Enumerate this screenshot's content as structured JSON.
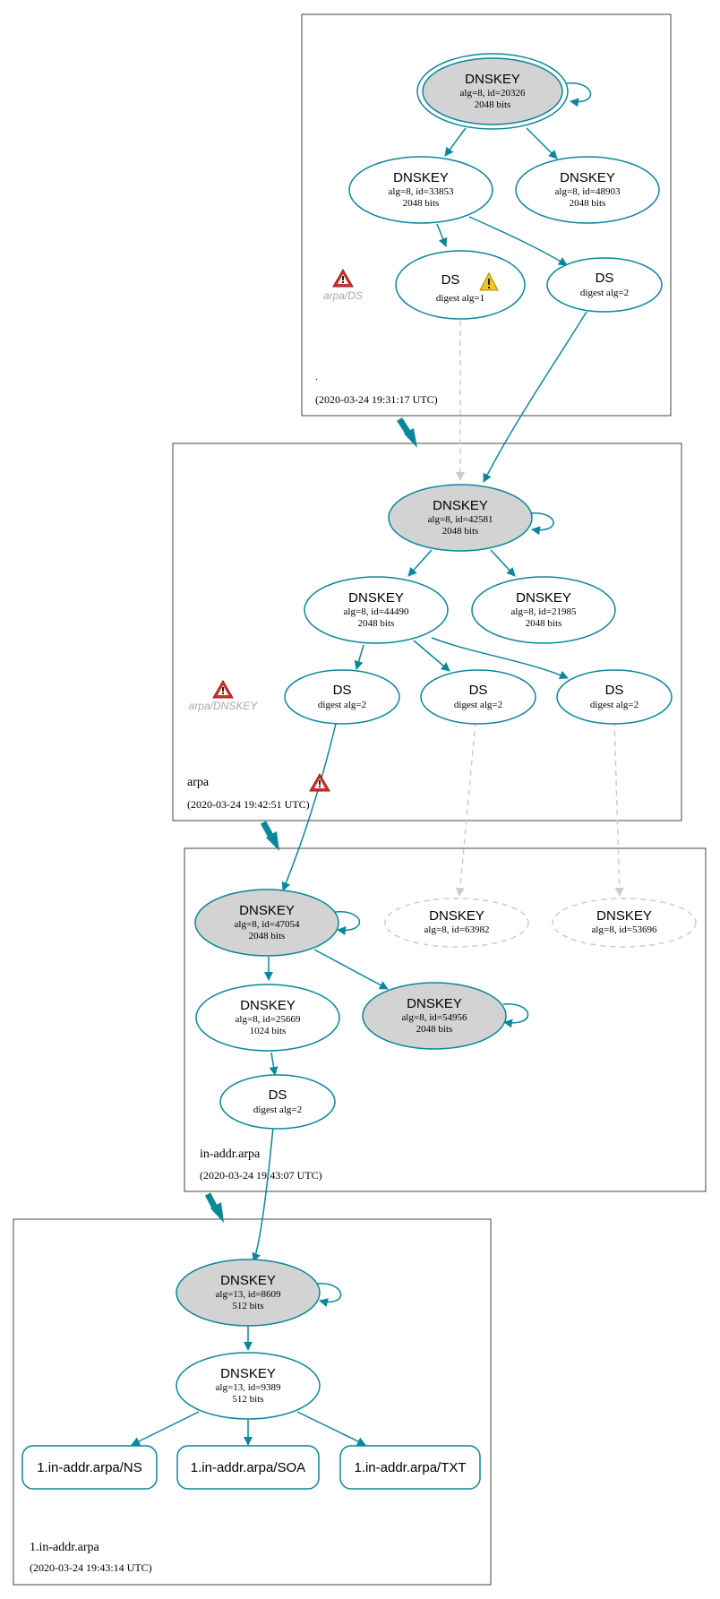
{
  "colors": {
    "edge": "#0a879a",
    "dashed": "#cccccc",
    "box": "#444444",
    "ksk_fill": "#d3d3d3",
    "warn_red": "#d4322b",
    "warn_yellow": "#f3c623"
  },
  "zones": [
    {
      "id": "root",
      "name": ".",
      "timestamp": "(2020-03-24 19:31:17 UTC)"
    },
    {
      "id": "arpa",
      "name": "arpa",
      "timestamp": "(2020-03-24 19:42:51 UTC)"
    },
    {
      "id": "inaddr",
      "name": "in-addr.arpa",
      "timestamp": "(2020-03-24 19:43:07 UTC)"
    },
    {
      "id": "one",
      "name": "1.in-addr.arpa",
      "timestamp": "(2020-03-24 19:43:14 UTC)"
    }
  ],
  "warnings": {
    "root_ds": "arpa/DS",
    "arpa_dnskey": "arpa/DNSKEY"
  },
  "nodes": {
    "root_ksk": {
      "title": "DNSKEY",
      "line1": "alg=8, id=20326",
      "line2": "2048 bits"
    },
    "root_zsk1": {
      "title": "DNSKEY",
      "line1": "alg=8, id=33853",
      "line2": "2048 bits"
    },
    "root_zsk2": {
      "title": "DNSKEY",
      "line1": "alg=8, id=48903",
      "line2": "2048 bits"
    },
    "root_ds1": {
      "title": "DS",
      "line1": "digest alg=1"
    },
    "root_ds2": {
      "title": "DS",
      "line1": "digest alg=2"
    },
    "arpa_ksk": {
      "title": "DNSKEY",
      "line1": "alg=8, id=42581",
      "line2": "2048 bits"
    },
    "arpa_zsk1": {
      "title": "DNSKEY",
      "line1": "alg=8, id=44490",
      "line2": "2048 bits"
    },
    "arpa_zsk2": {
      "title": "DNSKEY",
      "line1": "alg=8, id=21985",
      "line2": "2048 bits"
    },
    "arpa_ds1": {
      "title": "DS",
      "line1": "digest alg=2"
    },
    "arpa_ds2": {
      "title": "DS",
      "line1": "digest alg=2"
    },
    "arpa_ds3": {
      "title": "DS",
      "line1": "digest alg=2"
    },
    "in_ksk": {
      "title": "DNSKEY",
      "line1": "alg=8, id=47054",
      "line2": "2048 bits"
    },
    "in_miss1": {
      "title": "DNSKEY",
      "line1": "alg=8, id=63982"
    },
    "in_miss2": {
      "title": "DNSKEY",
      "line1": "alg=8, id=53696"
    },
    "in_zsk": {
      "title": "DNSKEY",
      "line1": "alg=8, id=25669",
      "line2": "1024 bits"
    },
    "in_ksk2": {
      "title": "DNSKEY",
      "line1": "alg=8, id=54956",
      "line2": "2048 bits"
    },
    "in_ds": {
      "title": "DS",
      "line1": "digest alg=2"
    },
    "one_ksk": {
      "title": "DNSKEY",
      "line1": "alg=13, id=8609",
      "line2": "512 bits"
    },
    "one_zsk": {
      "title": "DNSKEY",
      "line1": "alg=13, id=9389",
      "line2": "512 bits"
    },
    "rr_ns": {
      "title": "1.in-addr.arpa/NS"
    },
    "rr_soa": {
      "title": "1.in-addr.arpa/SOA"
    },
    "rr_txt": {
      "title": "1.in-addr.arpa/TXT"
    }
  }
}
